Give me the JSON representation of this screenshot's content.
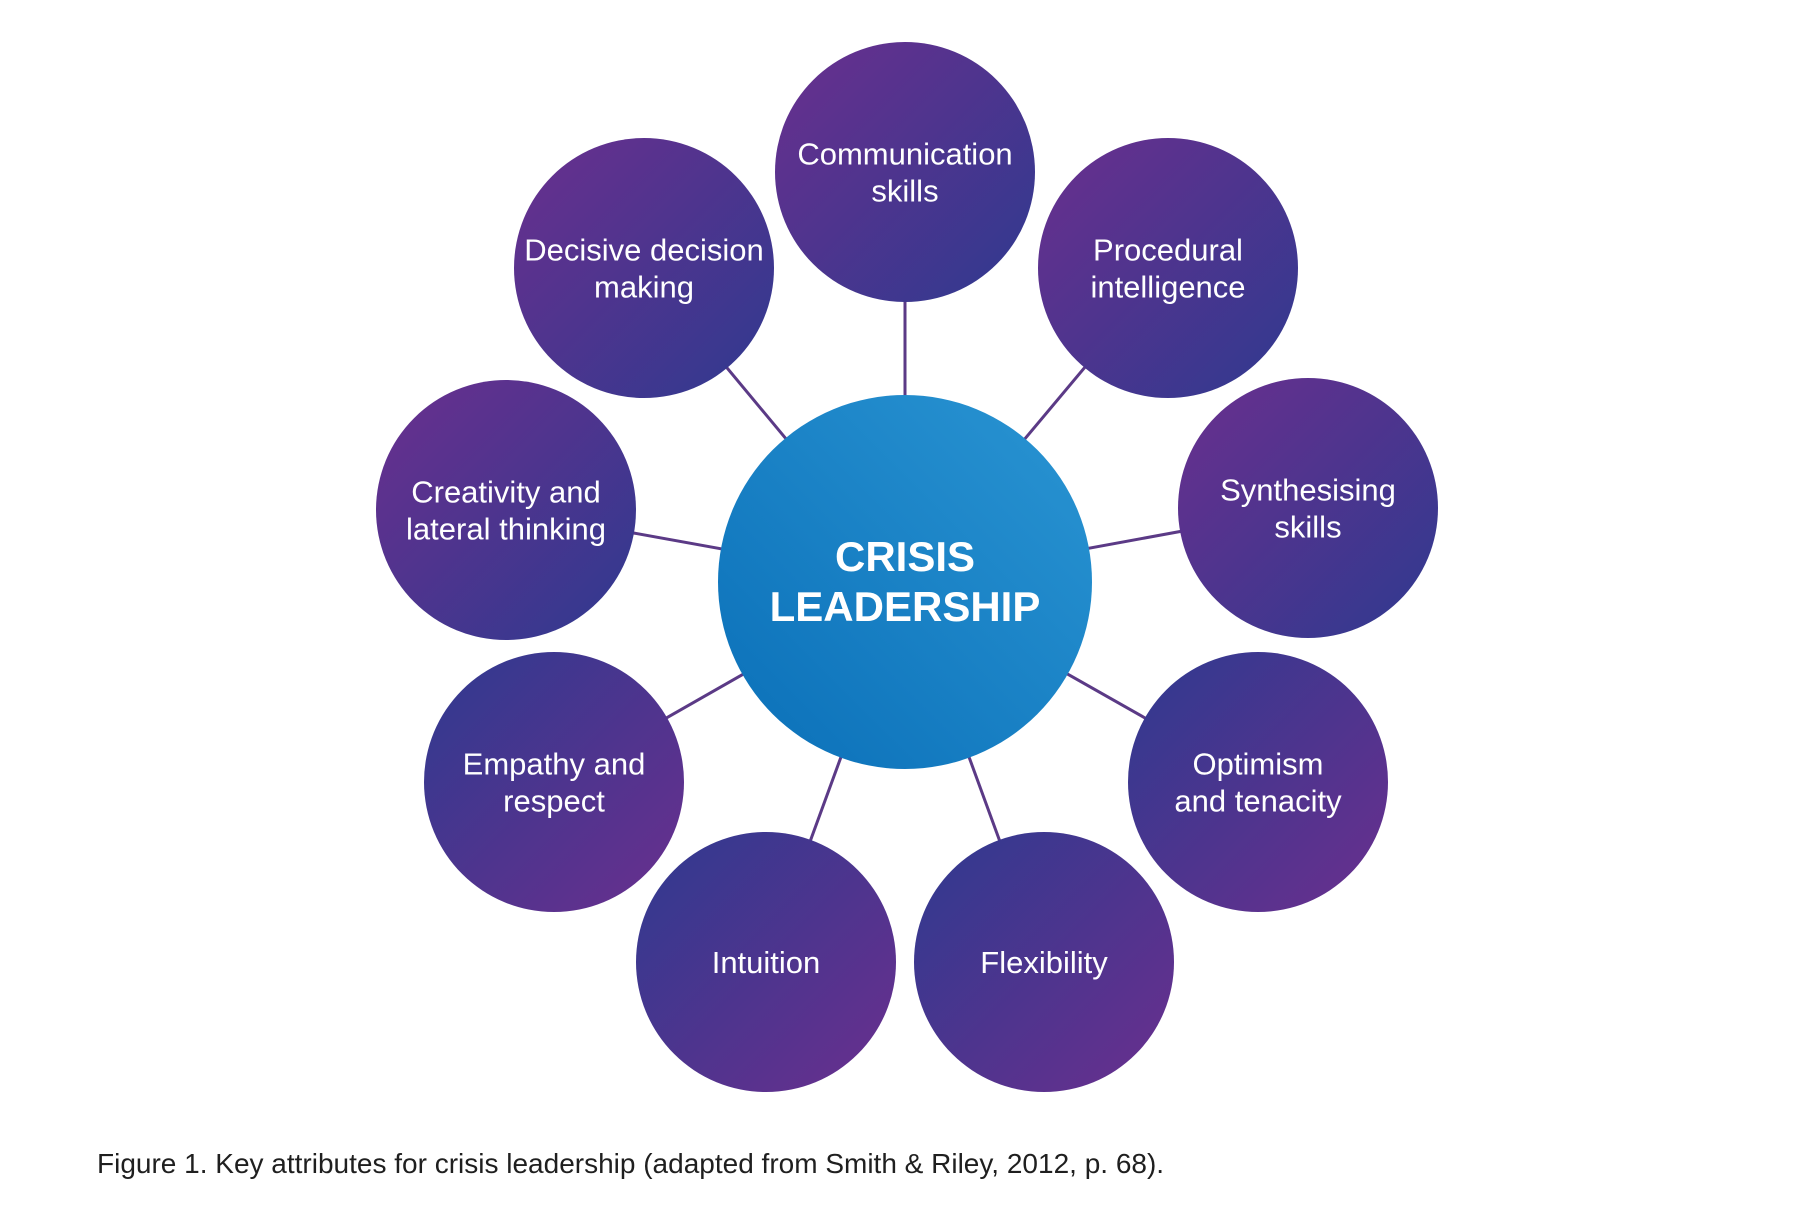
{
  "center": {
    "lines": [
      "CRISIS",
      "LEADERSHIP"
    ],
    "color_a": "#0a6fb8",
    "color_b": "#2a95d3"
  },
  "attributes": [
    {
      "id": "communication",
      "lines": [
        "Communication",
        "skills"
      ]
    },
    {
      "id": "procedural",
      "lines": [
        "Procedural",
        "intelligence"
      ]
    },
    {
      "id": "synthesising",
      "lines": [
        "Synthesising",
        "skills"
      ]
    },
    {
      "id": "optimism",
      "lines": [
        "Optimism",
        "and tenacity"
      ]
    },
    {
      "id": "flexibility",
      "lines": [
        "Flexibility"
      ]
    },
    {
      "id": "intuition",
      "lines": [
        "Intuition"
      ]
    },
    {
      "id": "empathy",
      "lines": [
        "Empathy and",
        "respect"
      ]
    },
    {
      "id": "creativity",
      "lines": [
        "Creativity and",
        "lateral thinking"
      ]
    },
    {
      "id": "decisive",
      "lines": [
        "Decisive decision",
        "making"
      ]
    }
  ],
  "colors": {
    "node_purple": "#6a2f8e",
    "node_indigo": "#2f3a8f",
    "connector": "#5b3a86",
    "text": "#ffffff"
  },
  "caption": "Figure 1. Key attributes for crisis leadership (adapted from Smith & Riley, 2012, p. 68)."
}
